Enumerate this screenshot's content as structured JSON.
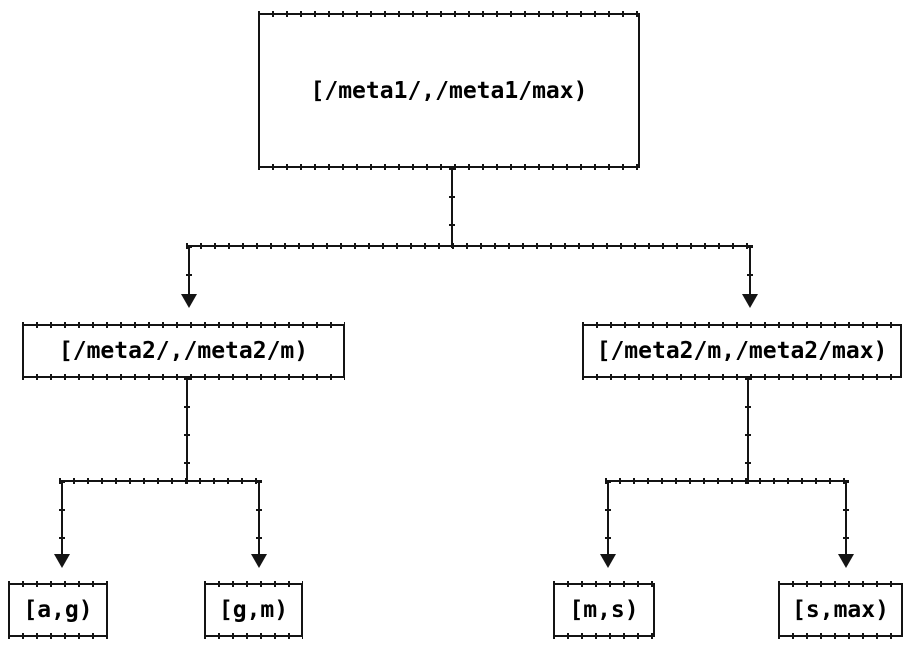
{
  "diagram": {
    "type": "tree",
    "background_color": "#ffffff",
    "line_color": "#141414",
    "text_color": "#000000",
    "nodes": {
      "root": "[/meta1/,/meta1/max)",
      "meta2_left": "[/meta2/,/meta2/m)",
      "meta2_right": "[/meta2/m,/meta2/max)",
      "leaf_a_g": "[a,g)",
      "leaf_g_m": "[g,m)",
      "leaf_m_s": "[m,s)",
      "leaf_s_max": "[s,max)"
    },
    "edges": [
      {
        "from": "root",
        "to": "meta2_left"
      },
      {
        "from": "root",
        "to": "meta2_right"
      },
      {
        "from": "meta2_left",
        "to": "leaf_a_g"
      },
      {
        "from": "meta2_left",
        "to": "leaf_g_m"
      },
      {
        "from": "meta2_right",
        "to": "leaf_m_s"
      },
      {
        "from": "meta2_right",
        "to": "leaf_s_max"
      }
    ]
  }
}
